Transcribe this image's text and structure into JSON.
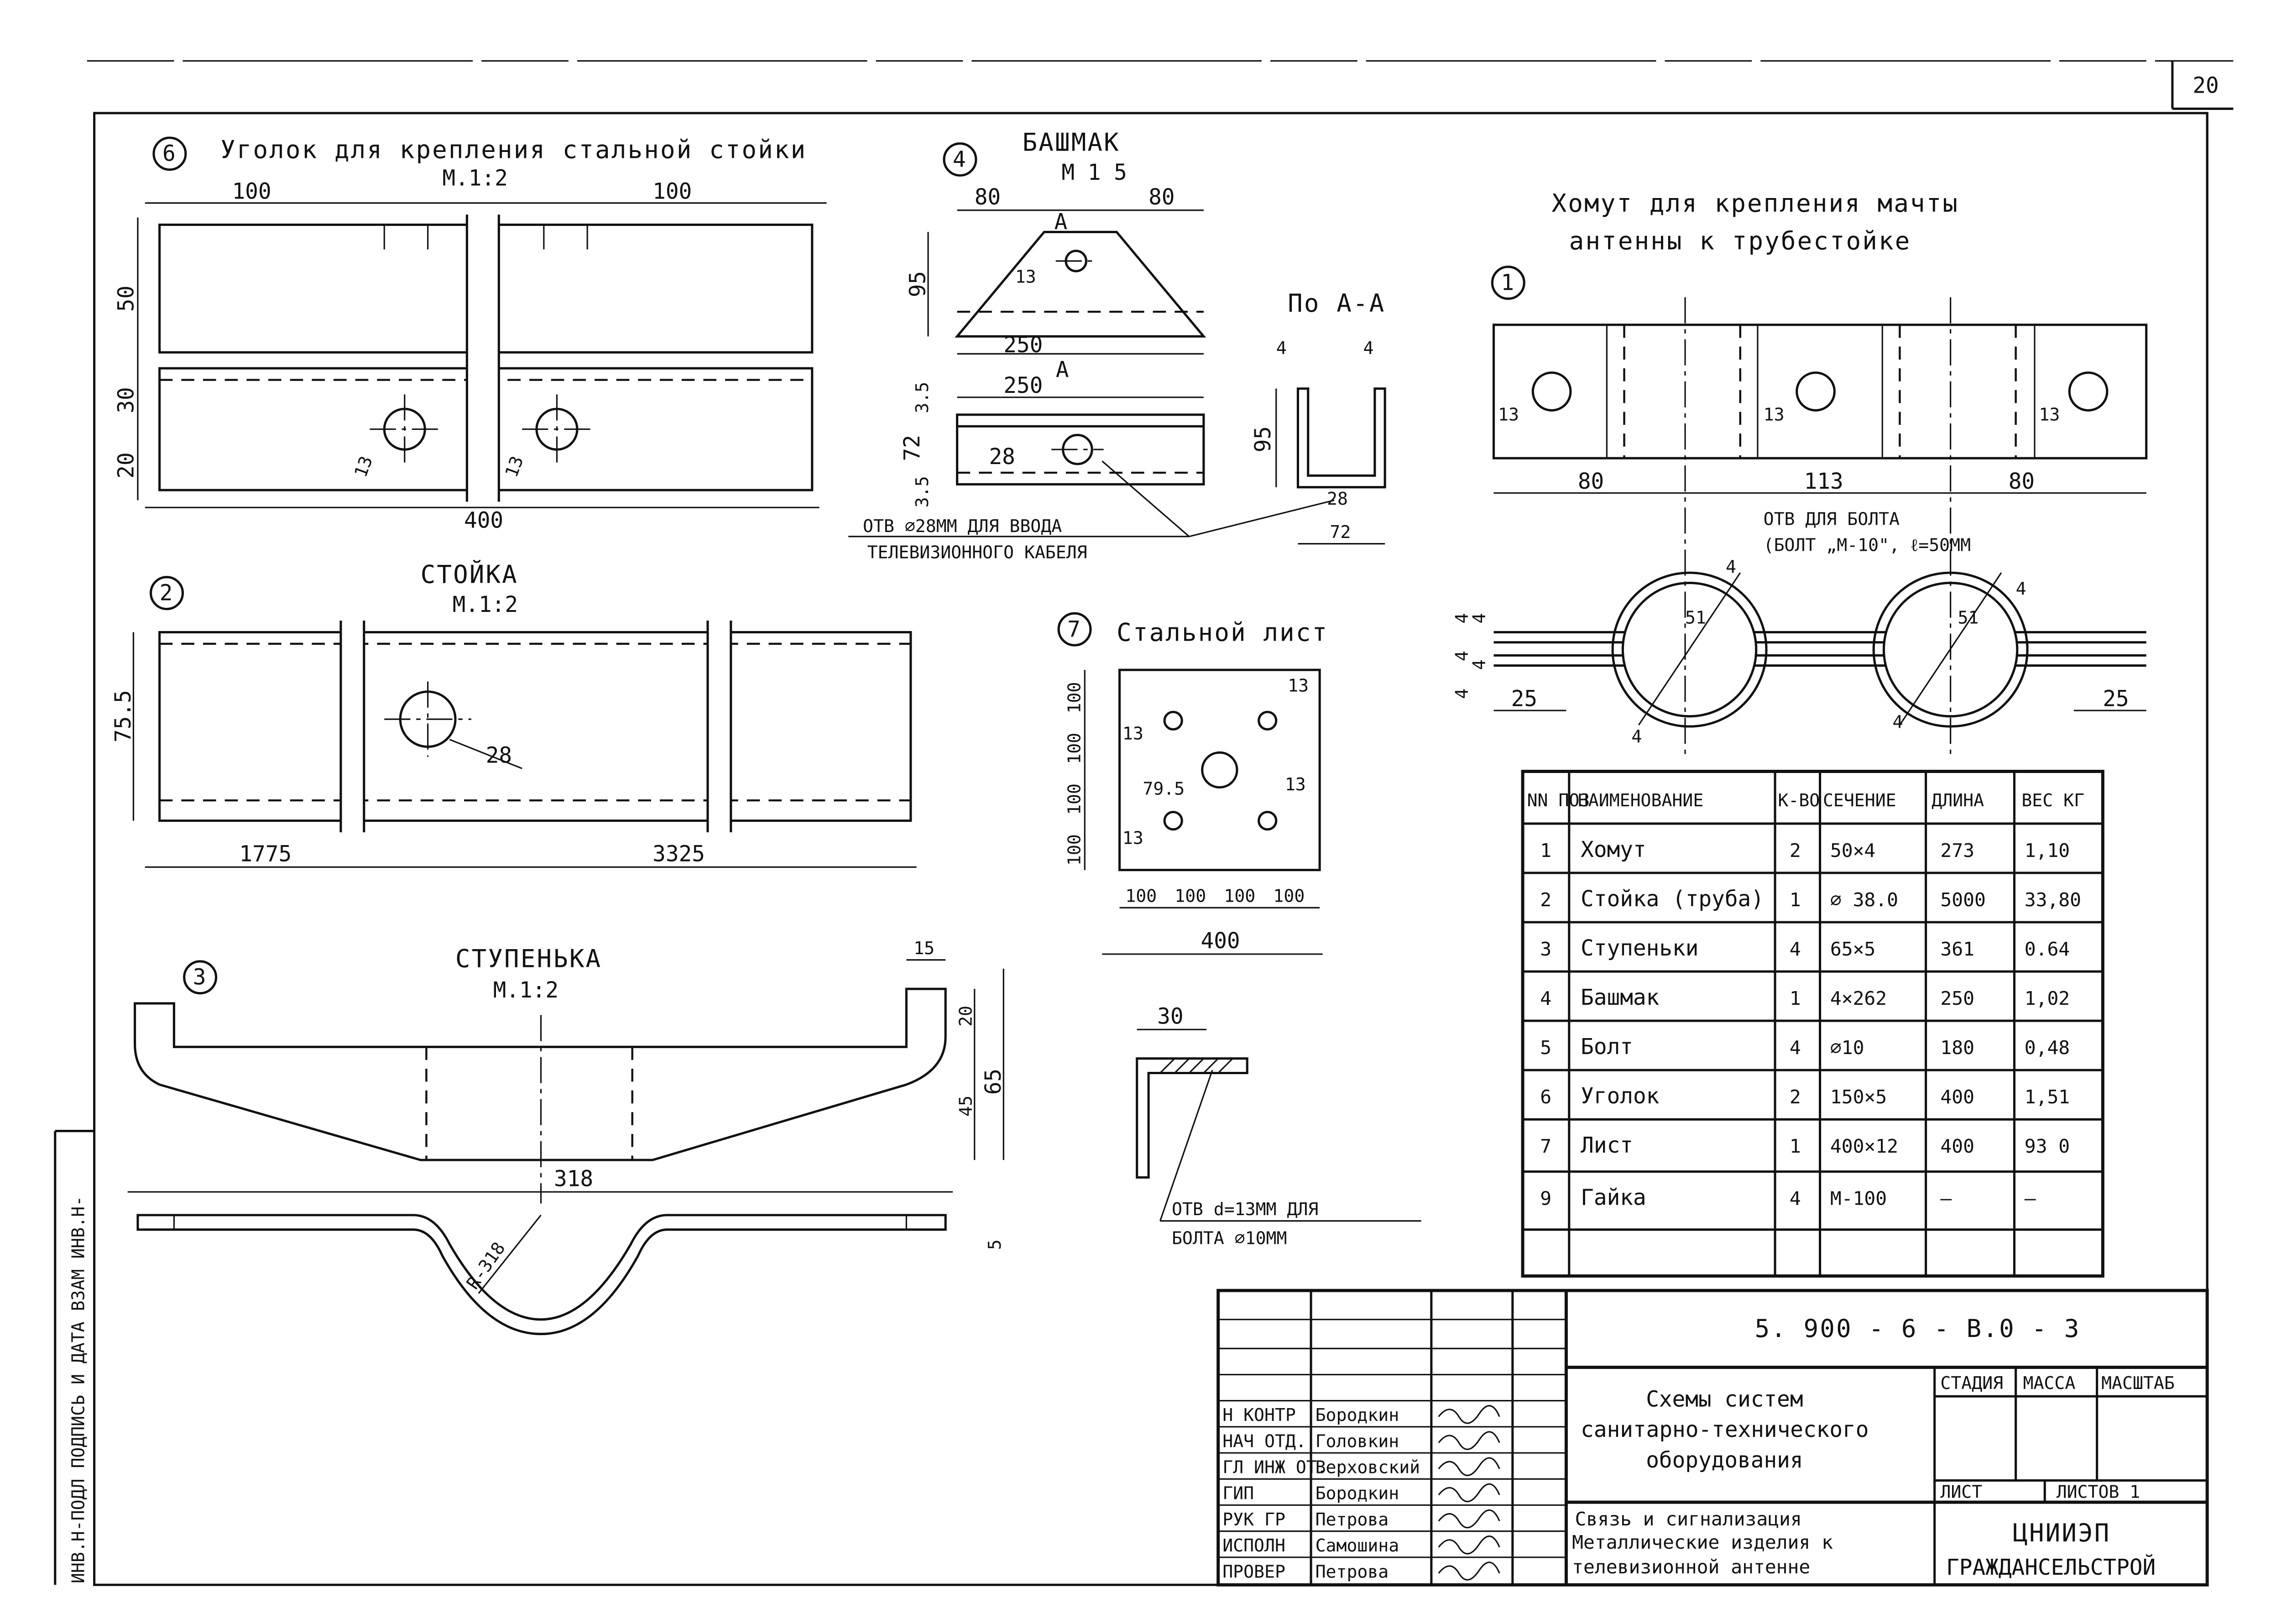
{
  "sheet_number": "20",
  "side_stamp": "ИНВ.Н-ПОДЛ ПОДПИСЬ И ДАТА ВЗАМ ИНВ.Н-",
  "details": {
    "d6": {
      "num": "6",
      "title": "Уголок для крепления стальной стойки",
      "scale": "М.1:2",
      "dims": {
        "w_left": "100",
        "w_right": "100",
        "h1": "50",
        "h2": "30",
        "h3": "20",
        "len": "400",
        "hole1": "13",
        "hole2": "13"
      }
    },
    "d4": {
      "num": "4",
      "title": "БАШМАК",
      "scale": "М 1 5",
      "dims": {
        "top_l": "80",
        "top_r": "80",
        "h": "95",
        "hole": "13",
        "base": "250",
        "section_mark": "А",
        "w2": "250",
        "t": "3.5",
        "h2": "72",
        "hole2": "28",
        "t2": "3.5"
      },
      "note1": "ОТВ ⌀28ММ ДЛЯ ВВОДА",
      "note2": "ТЕЛЕВИЗИОННОГО КАБЕЛЯ"
    },
    "sectAA": {
      "title": "По А-А",
      "dims": {
        "a": "4",
        "b": "4",
        "h": "95",
        "in": "28",
        "w": "72"
      }
    },
    "d1": {
      "num": "1",
      "title1": "Хомут для крепления мачты",
      "title2": "антенны к трубестойке",
      "dims": {
        "l1": "80",
        "l2": "113",
        "l3": "80",
        "hole": "13",
        "t1": "4",
        "t2": "4",
        "d": "51",
        "e1": "25",
        "e2": "25",
        "r1": "4",
        "r2": "4",
        "r3": "4",
        "r4": "4",
        "t3": "4",
        "t4": "4",
        "t5": "4"
      },
      "note1": "ОТВ ДЛЯ БОЛТА",
      "note2": "(БОЛТ „М-10\", ℓ=50ММ"
    },
    "d2": {
      "num": "2",
      "title": "СТОЙКА",
      "scale": "М.1:2",
      "dims": {
        "h": "75.5",
        "hole": "28",
        "l1": "1775",
        "l2": "3325"
      }
    },
    "d7": {
      "num": "7",
      "title": "Стальной лист",
      "dims": {
        "v1": "100",
        "v2": "100",
        "v3": "100",
        "v4": "100",
        "h1": "100",
        "h2": "100",
        "h3": "100",
        "h4": "100",
        "total": "400",
        "dia": "79.5",
        "hole_a": "13",
        "hole_b": "13",
        "hole_c": "13",
        "hole_d": "13"
      }
    },
    "d3": {
      "num": "3",
      "title": "СТУПЕНЬКА",
      "scale": "М.1:2",
      "dims": {
        "top": "15",
        "h1": "20",
        "h2": "45",
        "h3": "65",
        "len": "318",
        "r": "R-318",
        "t": "5"
      }
    },
    "angle": {
      "dims": {
        "w": "30"
      },
      "note1": "ОТВ d=13ММ ДЛЯ",
      "note2": "БОЛТА ⌀10ММ"
    }
  },
  "spec_table": {
    "headers": {
      "num": "NN ПОЗ",
      "name": "НАИМЕНОВАНИЕ",
      "qty": "К-ВО",
      "section": "СЕЧЕНИЕ",
      "length": "ДЛИНА",
      "weight": "ВЕС КГ"
    },
    "rows": [
      {
        "num": "1",
        "name": "Хомут",
        "qty": "2",
        "section": "50×4",
        "length": "273",
        "weight": "1,10"
      },
      {
        "num": "2",
        "name": "Стойка (труба)",
        "qty": "1",
        "section": "⌀ 38.0",
        "length": "5000",
        "weight": "33,80"
      },
      {
        "num": "3",
        "name": "Ступеньки",
        "qty": "4",
        "section": "65×5",
        "length": "361",
        "weight": "0.64"
      },
      {
        "num": "4",
        "name": "Башмак",
        "qty": "1",
        "section": "4×262",
        "length": "250",
        "weight": "1,02"
      },
      {
        "num": "5",
        "name": "Болт",
        "qty": "4",
        "section": "⌀10",
        "length": "180",
        "weight": "0,48"
      },
      {
        "num": "6",
        "name": "Уголок",
        "qty": "2",
        "section": "150×5",
        "length": "400",
        "weight": "1,51"
      },
      {
        "num": "7",
        "name": "Лист",
        "qty": "1",
        "section": "400×12",
        "length": "400",
        "weight": "93 0"
      },
      {
        "num": "9",
        "name": "Гайка",
        "qty": "4",
        "section": "М-100",
        "length": "—",
        "weight": "—"
      }
    ]
  },
  "title_block": {
    "doc_code": "5. 900 - 6 - В.0 - 3",
    "title_line1": "Схемы систем",
    "title_line2": "санитарно-технического",
    "title_line3": "оборудования",
    "subtitle_line1": "Связь и сигнализация",
    "subtitle_line2": "Металлические изделия к",
    "subtitle_line3": "телевизионной антенне",
    "stage_label": "СТАДИЯ",
    "mass_label": "МАССА",
    "scale_label": "МАСШТАБ",
    "sheet_label": "ЛИСТ",
    "sheets_label": "ЛИСТОВ 1",
    "org_line1": "ЦНИИЭП",
    "org_line2": "ГРАЖДАНСЕЛЬСТРОЙ",
    "signatures": [
      {
        "role": "Н КОНТР",
        "name": "Бородкин"
      },
      {
        "role": "НАЧ ОТД.",
        "name": "Головкин"
      },
      {
        "role": "ГЛ ИНЖ ОТ.",
        "name": "Верховский"
      },
      {
        "role": "ГИП",
        "name": "Бородкин"
      },
      {
        "role": "РУК ГР",
        "name": "Петрова"
      },
      {
        "role": "ИСПОЛН",
        "name": "Самошина"
      },
      {
        "role": "ПРОВЕР",
        "name": "Петрова"
      }
    ]
  }
}
